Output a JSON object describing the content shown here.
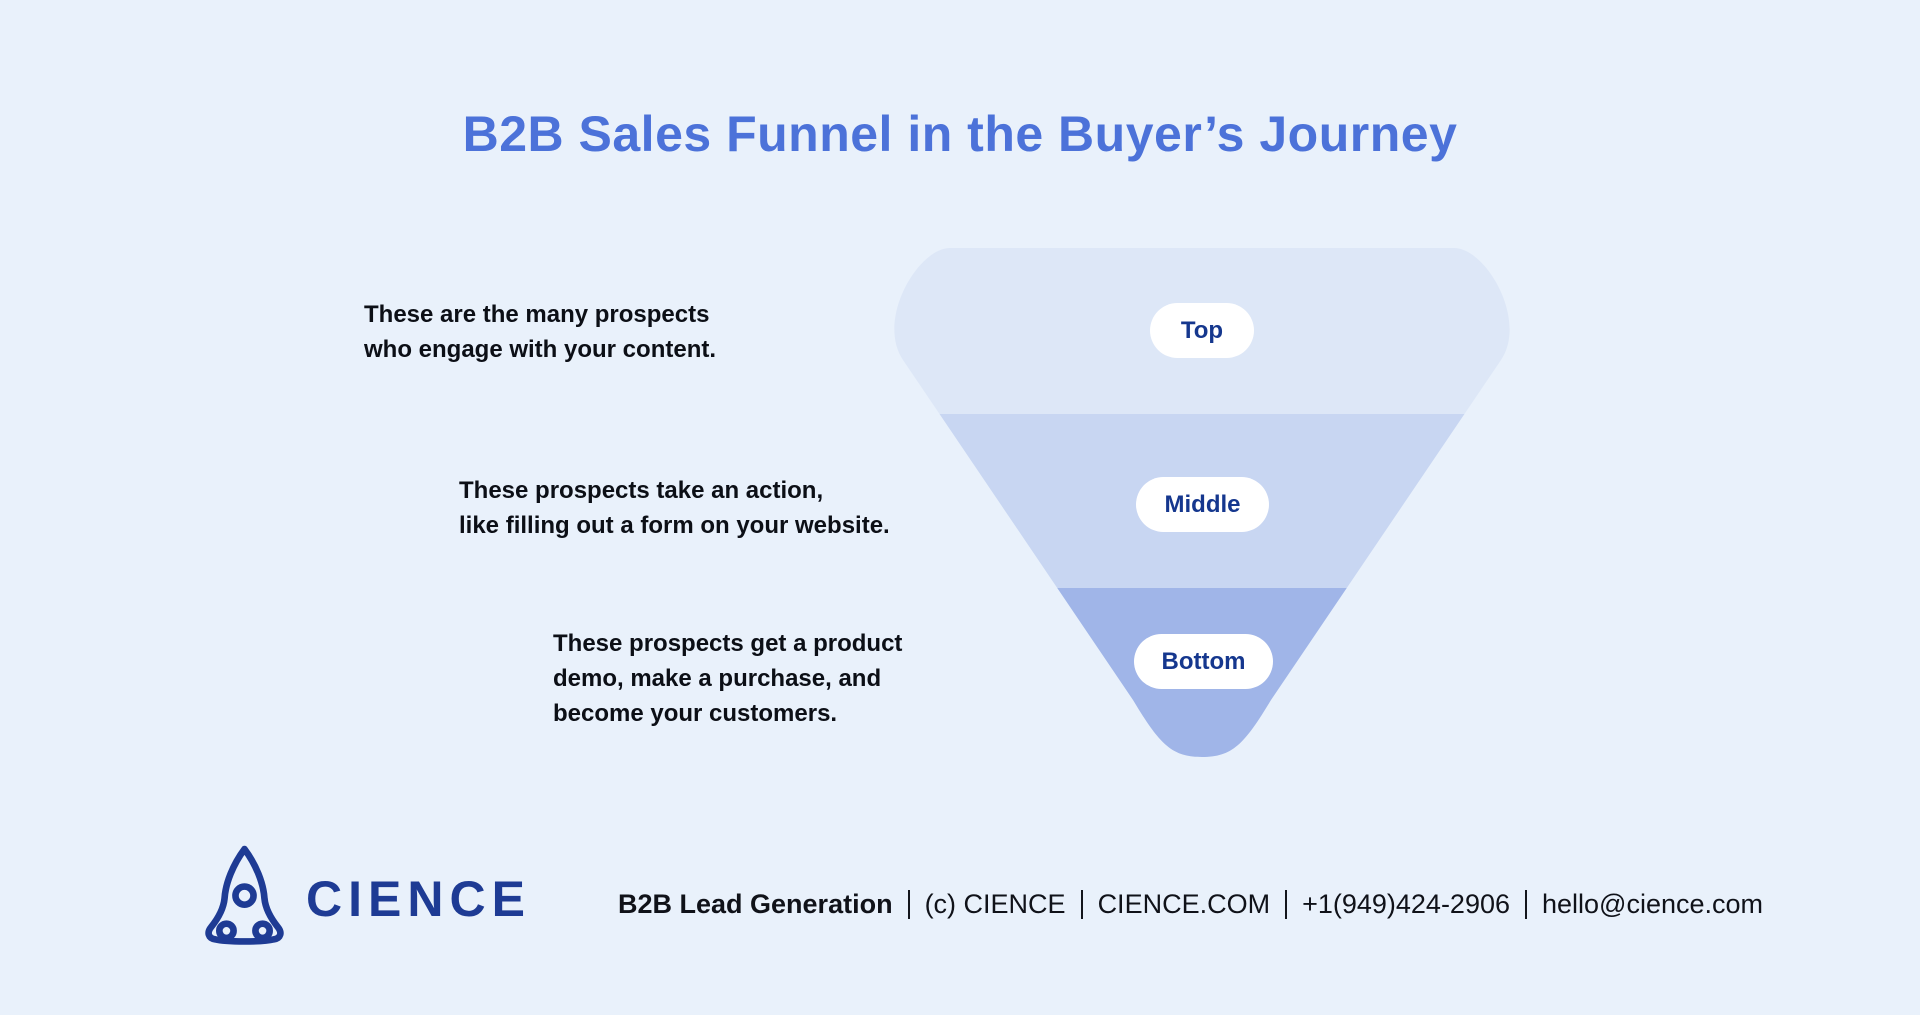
{
  "background_color": "#E9F1FB",
  "title": {
    "text": "B2B Sales Funnel in the Buyer’s Journey",
    "color": "#4C72D9"
  },
  "funnel": {
    "label_text_color": "#15378E",
    "label_pill_color": "#FFFFFF",
    "stages": [
      {
        "label": "Top",
        "fill": "#DDE7F7",
        "lines": [
          "These are the many prospects",
          "who engage with your content."
        ]
      },
      {
        "label": "Middle",
        "fill": "#C8D6F2",
        "lines": [
          "These prospects take an action,",
          "like filling out a form on your website."
        ]
      },
      {
        "label": "Bottom",
        "fill": "#A0B5E8",
        "lines": [
          "These prospects get a product",
          "demo, make a purchase, and",
          "become your customers."
        ]
      }
    ]
  },
  "footer": {
    "brand": "CIENCE",
    "logo_color": "#1E3B94",
    "tagline": "B2B Lead Generation",
    "contact_items": [
      "(c) CIENCE",
      "CIENCE.COM",
      "+1(949)424-2906",
      "hello@cience.com"
    ]
  }
}
